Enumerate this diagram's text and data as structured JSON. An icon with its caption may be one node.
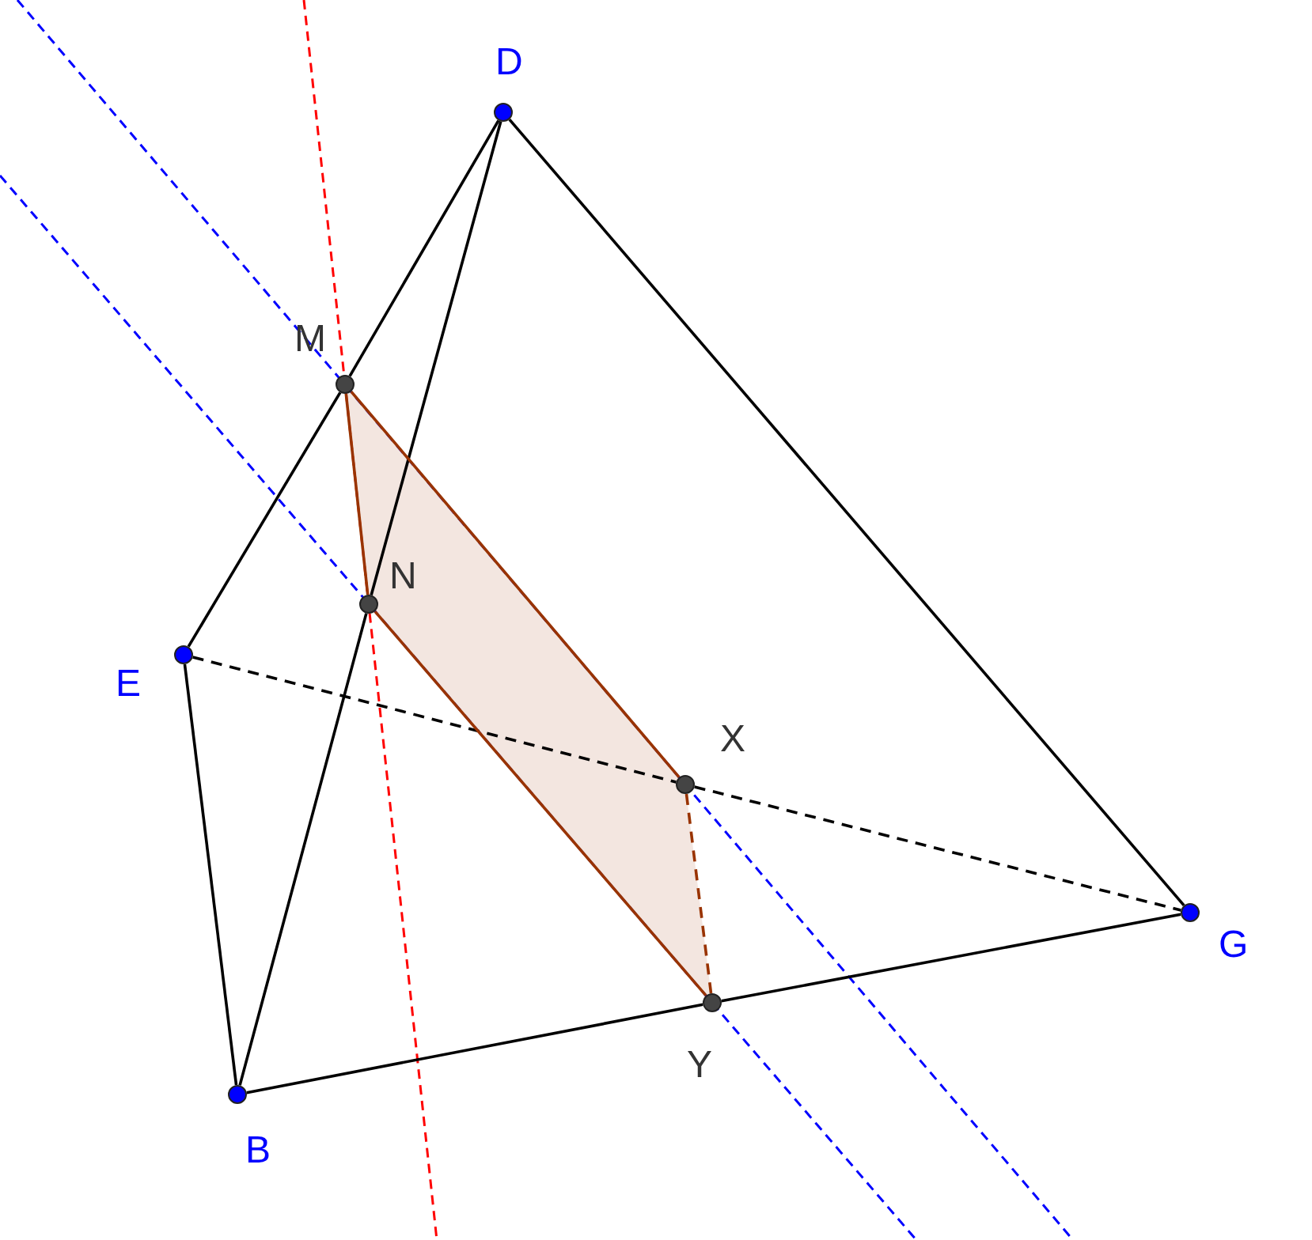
{
  "diagram": {
    "nodes": [
      {
        "text": [],
        "shape": "circle",
        "beside": [
          "D"
        ]
      },
      {
        "text": [],
        "shape": "circle",
        "beside": [
          "M"
        ]
      },
      {
        "text": [],
        "shape": "circle",
        "beside": [
          "N"
        ]
      },
      {
        "text": [],
        "shape": "circle",
        "beside": [
          "E"
        ]
      },
      {
        "text": [],
        "shape": "circle",
        "beside": [
          "X"
        ]
      },
      {
        "text": [],
        "shape": "circle",
        "beside": [
          "G"
        ]
      },
      {
        "text": [],
        "shape": "circle",
        "beside": [
          "Y"
        ]
      },
      {
        "text": [],
        "shape": "circle",
        "beside": [
          "B"
        ]
      }
    ],
    "edges": [
      {
        "from": 0,
        "to": 1,
        "arrow": "none"
      },
      {
        "from": 1,
        "to": 3,
        "arrow": "none"
      },
      {
        "from": 3,
        "to": 7,
        "arrow": "none"
      },
      {
        "from": 0,
        "to": 2,
        "arrow": "none"
      },
      {
        "from": 2,
        "to": 7,
        "arrow": "none"
      },
      {
        "from": 0,
        "to": 5,
        "arrow": "none"
      },
      {
        "from": 7,
        "to": 6,
        "arrow": "none"
      },
      {
        "from": 6,
        "to": 5,
        "arrow": "none"
      },
      {
        "from": 3,
        "to": 4,
        "arrow": "none",
        "style": "dashed"
      },
      {
        "from": 4,
        "to": 5,
        "arrow": "none",
        "style": "dashed"
      },
      {
        "from": 1,
        "to": 2,
        "arrow": "none",
        "color": "#993300"
      },
      {
        "from": 2,
        "to": 6,
        "arrow": "none",
        "color": "#993300"
      },
      {
        "from": 6,
        "to": 4,
        "arrow": "none",
        "style": "dashed",
        "color": "#993300"
      },
      {
        "from": 4,
        "to": 1,
        "arrow": "none",
        "color": "#993300"
      }
    ]
  }
}
